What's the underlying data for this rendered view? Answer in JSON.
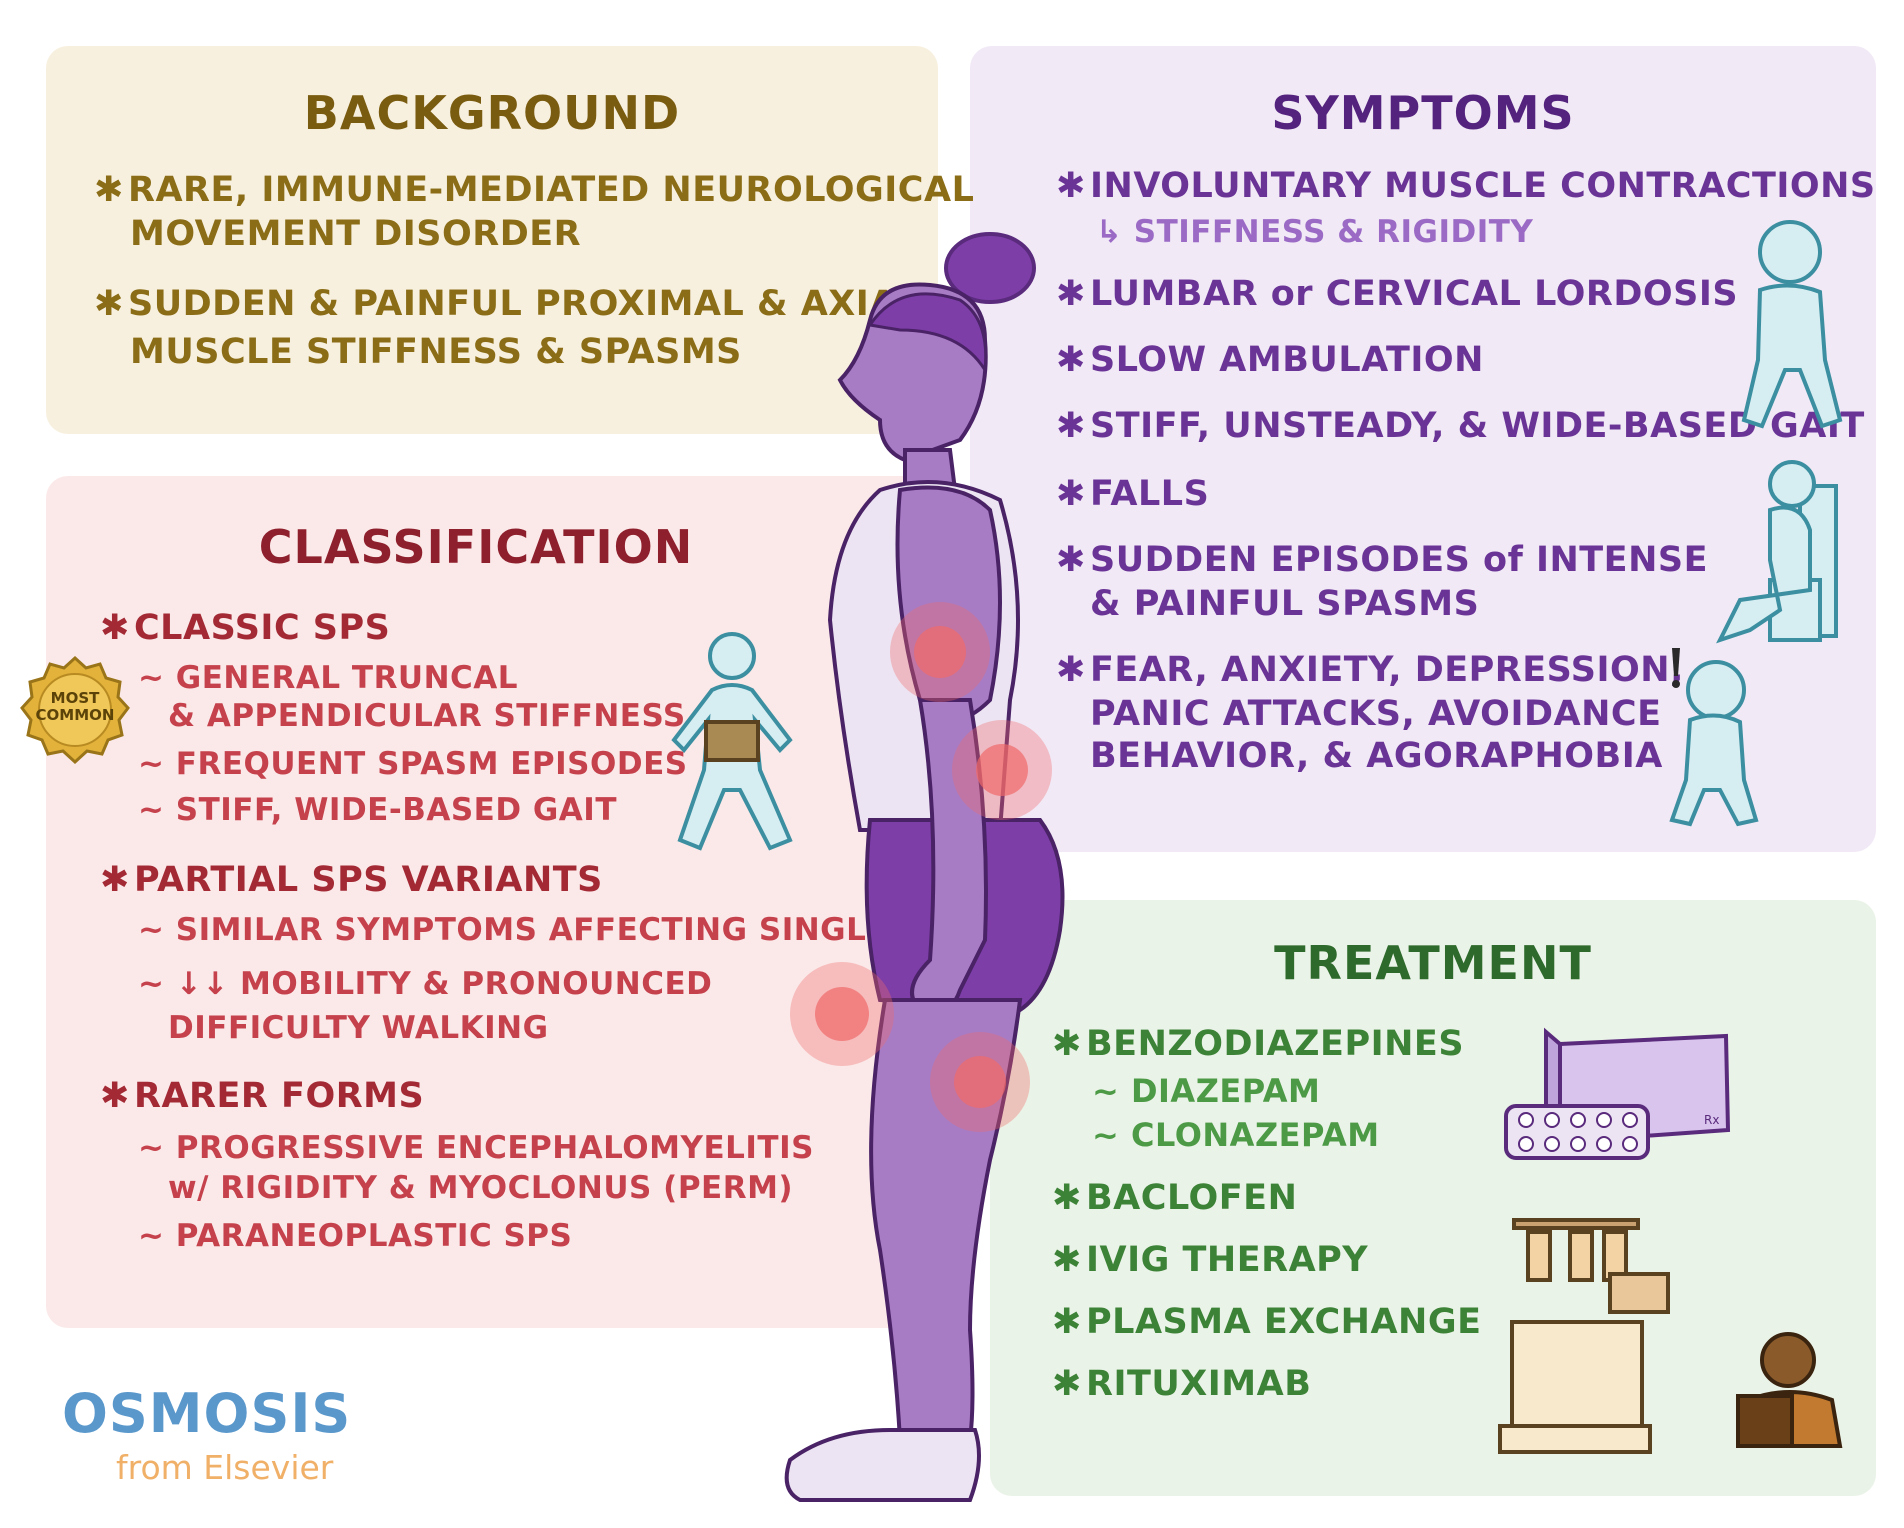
{
  "background": {
    "title": "BACKGROUND",
    "items": [
      {
        "line1": "RARE, IMMUNE-MEDIATED NEUROLOGICAL",
        "line2": "MOVEMENT DISORDER"
      },
      {
        "line1": "SUDDEN & PAINFUL PROXIMAL & AXIAL",
        "line2": "MUSCLE STIFFNESS & SPASMS"
      }
    ]
  },
  "classification": {
    "title": "CLASSIFICATION",
    "badge": {
      "line1": "MOST",
      "line2": "COMMON"
    },
    "classic": {
      "label": "CLASSIC SPS",
      "items": [
        "~ GENERAL TRUNCAL",
        "& APPENDICULAR STIFFNESS",
        "~ FREQUENT SPASM EPISODES",
        "~ STIFF, WIDE-BASED GAIT"
      ]
    },
    "partial": {
      "label": "PARTIAL SPS VARIANTS",
      "items": [
        "~ SIMILAR SYMPTOMS AFFECTING SINGLE LIMB",
        "~ ↓↓ MOBILITY & PRONOUNCED",
        "DIFFICULTY WALKING"
      ]
    },
    "rarer": {
      "label": "RARER FORMS",
      "items": [
        "~ PROGRESSIVE ENCEPHALOMYELITIS",
        "w/ RIGIDITY & MYOCLONUS (PERM)",
        "~ PARANEOPLASTIC SPS"
      ]
    }
  },
  "symptoms": {
    "title": "SYMPTOMS",
    "items": [
      "INVOLUNTARY MUSCLE CONTRACTIONS",
      "↳ STIFFNESS & RIGIDITY",
      "LUMBAR or CERVICAL LORDOSIS",
      "SLOW AMBULATION",
      "STIFF, UNSTEADY, & WIDE-BASED GAIT",
      "FALLS",
      "SUDDEN EPISODES of INTENSE",
      "& PAINFUL SPASMS",
      "FEAR, ANXIETY, DEPRESSION,",
      "PANIC ATTACKS, AVOIDANCE",
      "BEHAVIOR, & AGORAPHOBIA"
    ]
  },
  "treatment": {
    "title": "TREATMENT",
    "items": [
      "BENZODIAZEPINES",
      "~ DIAZEPAM",
      "~ CLONAZEPAM",
      "BACLOFEN",
      "IVIG THERAPY",
      "PLASMA EXCHANGE",
      "RITUXIMAB"
    ],
    "rx_mark": "Rx"
  },
  "bullet": "✱",
  "logo": {
    "name": "OSMOSIS",
    "sub": "from Elsevier"
  },
  "colors": {
    "background_panel": "#f8f0df",
    "symptoms_panel": "#f1e9f6",
    "classification_panel": "#fbe9e9",
    "treatment_panel": "#eaf3e7",
    "figure_skin": "#a87cc4",
    "figure_shorts": "#7d3ea8",
    "pain_spot": "#f06a6a",
    "icon_figure": "#cfeaf0"
  }
}
